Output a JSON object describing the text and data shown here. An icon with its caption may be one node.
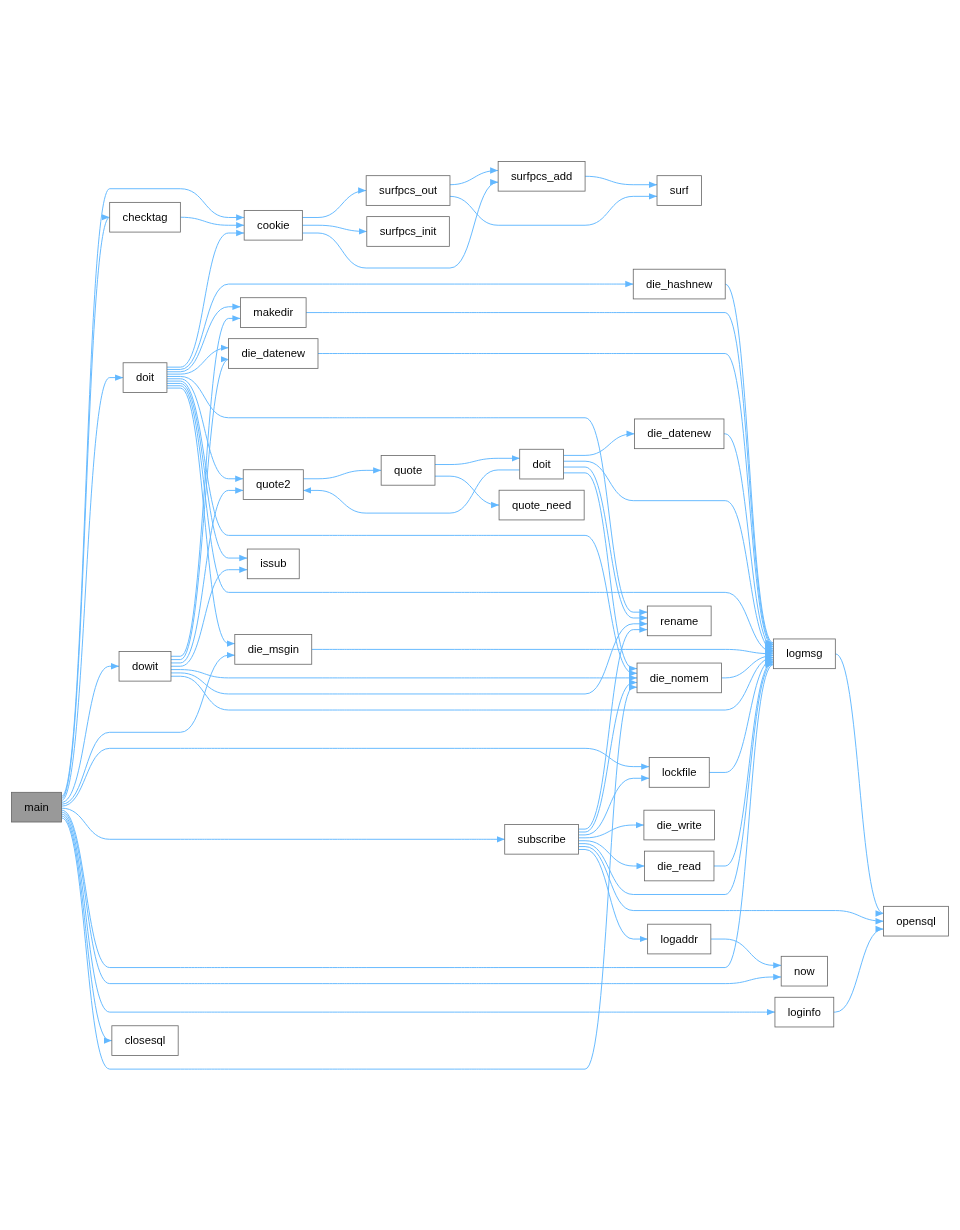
{
  "diagram": {
    "nodes": [
      {
        "text": [
          "main"
        ]
      },
      {
        "text": [
          "checktag"
        ]
      },
      {
        "text": [
          "doit"
        ]
      },
      {
        "text": [
          "dowit"
        ]
      },
      {
        "text": [
          "closesql"
        ]
      },
      {
        "text": [
          "cookie"
        ]
      },
      {
        "text": [
          "makedir"
        ]
      },
      {
        "text": [
          "die_datenew"
        ]
      },
      {
        "text": [
          "quote2"
        ]
      },
      {
        "text": [
          "issub"
        ]
      },
      {
        "text": [
          "die_msgin"
        ]
      },
      {
        "text": [
          "surfpcs_out"
        ]
      },
      {
        "text": [
          "surfpcs_init"
        ]
      },
      {
        "text": [
          "die_hashnew"
        ]
      },
      {
        "text": [
          "quote"
        ]
      },
      {
        "text": [
          "surfpcs_add"
        ]
      },
      {
        "text": [
          "doit"
        ]
      },
      {
        "text": [
          "quote_need"
        ]
      },
      {
        "text": [
          "subscribe"
        ]
      },
      {
        "text": [
          "surf"
        ]
      },
      {
        "text": [
          "die_datenew"
        ]
      },
      {
        "text": [
          "die_nomem"
        ]
      },
      {
        "text": [
          "rename"
        ]
      },
      {
        "text": [
          "lockfile"
        ]
      },
      {
        "text": [
          "die_write"
        ]
      },
      {
        "text": [
          "die_read"
        ]
      },
      {
        "text": [
          "logaddr"
        ]
      },
      {
        "text": [
          "logmsg"
        ]
      },
      {
        "text": [
          "now"
        ]
      },
      {
        "text": [
          "loginfo"
        ]
      },
      {
        "text": [
          "opensql"
        ]
      }
    ],
    "edges": [
      {
        "from": 0,
        "to": 5,
        "arrow": "to"
      },
      {
        "from": 0,
        "to": 1,
        "arrow": "to"
      },
      {
        "from": 0,
        "to": 2,
        "arrow": "to"
      },
      {
        "from": 0,
        "to": 3,
        "arrow": "to"
      },
      {
        "from": 0,
        "to": 10,
        "arrow": "to"
      },
      {
        "from": 0,
        "to": 23,
        "arrow": "to"
      },
      {
        "from": 0,
        "to": 18,
        "arrow": "to"
      },
      {
        "from": 0,
        "to": 27,
        "arrow": "to"
      },
      {
        "from": 0,
        "to": 28,
        "arrow": "to"
      },
      {
        "from": 0,
        "to": 29,
        "arrow": "to"
      },
      {
        "from": 0,
        "to": 4,
        "arrow": "to"
      },
      {
        "from": 0,
        "to": 21,
        "arrow": "to"
      },
      {
        "from": 1,
        "to": 5,
        "arrow": "to"
      },
      {
        "from": 2,
        "to": 5,
        "arrow": "to"
      },
      {
        "from": 2,
        "to": 13,
        "arrow": "to"
      },
      {
        "from": 2,
        "to": 6,
        "arrow": "to"
      },
      {
        "from": 2,
        "to": 7,
        "arrow": "to"
      },
      {
        "from": 2,
        "to": 8,
        "arrow": "to"
      },
      {
        "from": 2,
        "to": 9,
        "arrow": "to"
      },
      {
        "from": 2,
        "to": 10,
        "arrow": "to"
      },
      {
        "from": 2,
        "to": 22,
        "arrow": "to"
      },
      {
        "from": 2,
        "to": 21,
        "arrow": "to"
      },
      {
        "from": 2,
        "to": 27,
        "arrow": "to"
      },
      {
        "from": 3,
        "to": 6,
        "arrow": "to"
      },
      {
        "from": 3,
        "to": 7,
        "arrow": "to"
      },
      {
        "from": 3,
        "to": 8,
        "arrow": "to"
      },
      {
        "from": 3,
        "to": 9,
        "arrow": "to"
      },
      {
        "from": 3,
        "to": 21,
        "arrow": "to"
      },
      {
        "from": 3,
        "to": 22,
        "arrow": "to"
      },
      {
        "from": 3,
        "to": 27,
        "arrow": "to"
      },
      {
        "from": 5,
        "to": 11,
        "arrow": "to"
      },
      {
        "from": 5,
        "to": 12,
        "arrow": "to"
      },
      {
        "from": 5,
        "to": 15,
        "arrow": "to"
      },
      {
        "from": 11,
        "to": 15,
        "arrow": "to"
      },
      {
        "from": 11,
        "to": 19,
        "arrow": "to"
      },
      {
        "from": 15,
        "to": 19,
        "arrow": "to"
      },
      {
        "from": 6,
        "to": 27,
        "arrow": "to"
      },
      {
        "from": 7,
        "to": 27,
        "arrow": "to"
      },
      {
        "from": 13,
        "to": 27,
        "arrow": "to"
      },
      {
        "from": 10,
        "to": 27,
        "arrow": "to"
      },
      {
        "from": 8,
        "to": 14,
        "arrow": "to"
      },
      {
        "from": 14,
        "to": 16,
        "arrow": "to"
      },
      {
        "from": 14,
        "to": 17,
        "arrow": "to"
      },
      {
        "from": 16,
        "to": 8,
        "arrow": "to"
      },
      {
        "from": 16,
        "to": 20,
        "arrow": "to"
      },
      {
        "from": 16,
        "to": 21,
        "arrow": "to"
      },
      {
        "from": 16,
        "to": 22,
        "arrow": "to"
      },
      {
        "from": 16,
        "to": 27,
        "arrow": "to"
      },
      {
        "from": 20,
        "to": 27,
        "arrow": "to"
      },
      {
        "from": 21,
        "to": 27,
        "arrow": "to"
      },
      {
        "from": 18,
        "to": 21,
        "arrow": "to"
      },
      {
        "from": 18,
        "to": 22,
        "arrow": "to"
      },
      {
        "from": 18,
        "to": 23,
        "arrow": "to"
      },
      {
        "from": 18,
        "to": 24,
        "arrow": "to"
      },
      {
        "from": 18,
        "to": 25,
        "arrow": "to"
      },
      {
        "from": 18,
        "to": 27,
        "arrow": "to"
      },
      {
        "from": 18,
        "to": 30,
        "arrow": "to"
      },
      {
        "from": 18,
        "to": 26,
        "arrow": "to"
      },
      {
        "from": 23,
        "to": 27,
        "arrow": "to"
      },
      {
        "from": 25,
        "to": 27,
        "arrow": "to"
      },
      {
        "from": 27,
        "to": 30,
        "arrow": "to"
      },
      {
        "from": 26,
        "to": 28,
        "arrow": "to"
      },
      {
        "from": 29,
        "to": 30,
        "arrow": "to"
      }
    ]
  }
}
